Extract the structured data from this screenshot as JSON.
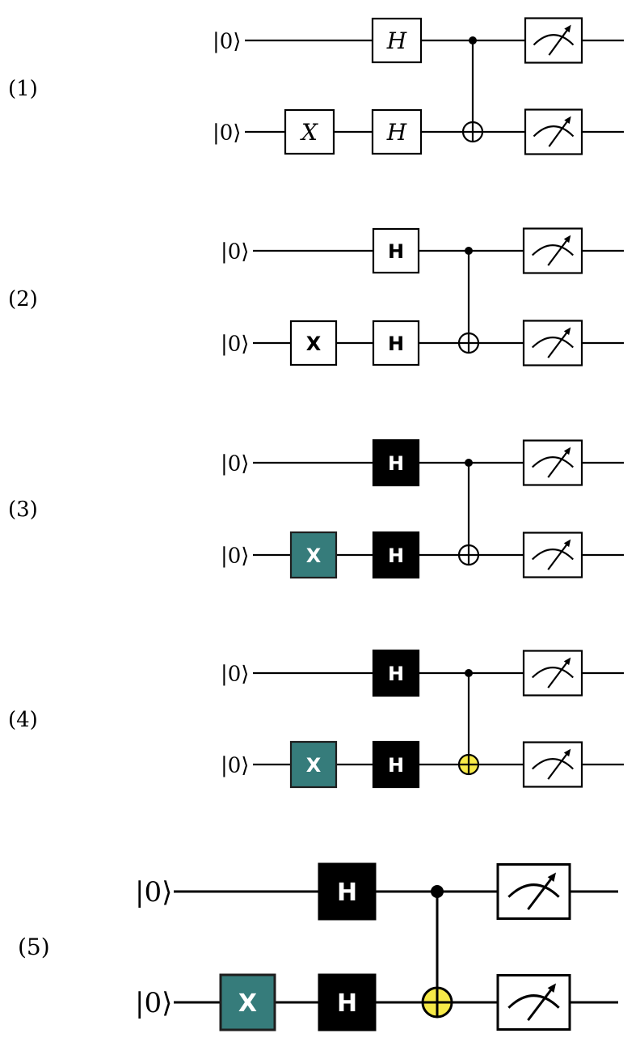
{
  "figure": {
    "description": "Five renderings of the same two-qubit quantum circuit with progressively bolder styling",
    "colors": {
      "wire": "#000000",
      "gate_fill_plain": "#ffffff",
      "gate_fill_dark": "#000000",
      "x_gate_fill_teal": "#367c7b",
      "target_fill_yellow": "#f7ea48",
      "gate_text_dark": "#000000",
      "gate_text_light": "#ffffff"
    },
    "circuits": [
      {
        "label": "(1)",
        "style": "italic-serif",
        "qubits": [
          {
            "init": "|0⟩",
            "gates": [
              "",
              "H"
            ]
          },
          {
            "init": "|0⟩",
            "gates": [
              "X",
              "H"
            ]
          }
        ],
        "cnot": {
          "control": 0,
          "target": 1
        },
        "measure": [
          true,
          true
        ],
        "x_fill": "#ffffff",
        "h_fill": "#ffffff",
        "text_color": "#000000",
        "target_fill": "#ffffff"
      },
      {
        "label": "(2)",
        "style": "bold-sans",
        "qubits": [
          {
            "init": "|0⟩",
            "gates": [
              "",
              "H"
            ]
          },
          {
            "init": "|0⟩",
            "gates": [
              "X",
              "H"
            ]
          }
        ],
        "cnot": {
          "control": 0,
          "target": 1
        },
        "measure": [
          true,
          true
        ],
        "x_fill": "#ffffff",
        "h_fill": "#ffffff",
        "text_color": "#000000",
        "target_fill": "#ffffff"
      },
      {
        "label": "(3)",
        "style": "bold-sans-filled",
        "qubits": [
          {
            "init": "|0⟩",
            "gates": [
              "",
              "H"
            ]
          },
          {
            "init": "|0⟩",
            "gates": [
              "X",
              "H"
            ]
          }
        ],
        "cnot": {
          "control": 0,
          "target": 1
        },
        "measure": [
          true,
          true
        ],
        "x_fill": "#367c7b",
        "h_fill": "#000000",
        "text_color": "#ffffff",
        "target_fill": "#ffffff"
      },
      {
        "label": "(4)",
        "style": "bold-sans-filled-yellow-target",
        "qubits": [
          {
            "init": "|0⟩",
            "gates": [
              "",
              "H"
            ]
          },
          {
            "init": "|0⟩",
            "gates": [
              "X",
              "H"
            ]
          }
        ],
        "cnot": {
          "control": 0,
          "target": 1
        },
        "measure": [
          true,
          true
        ],
        "x_fill": "#367c7b",
        "h_fill": "#000000",
        "text_color": "#ffffff",
        "target_fill": "#f7ea48"
      },
      {
        "label": "(5)",
        "style": "bold-sans-filled-yellow-target-large",
        "qubits": [
          {
            "init": "|0⟩",
            "gates": [
              "",
              "H"
            ]
          },
          {
            "init": "|0⟩",
            "gates": [
              "X",
              "H"
            ]
          }
        ],
        "cnot": {
          "control": 0,
          "target": 1
        },
        "measure": [
          true,
          true
        ],
        "x_fill": "#367c7b",
        "h_fill": "#000000",
        "text_color": "#ffffff",
        "target_fill": "#f7ea48"
      }
    ]
  }
}
